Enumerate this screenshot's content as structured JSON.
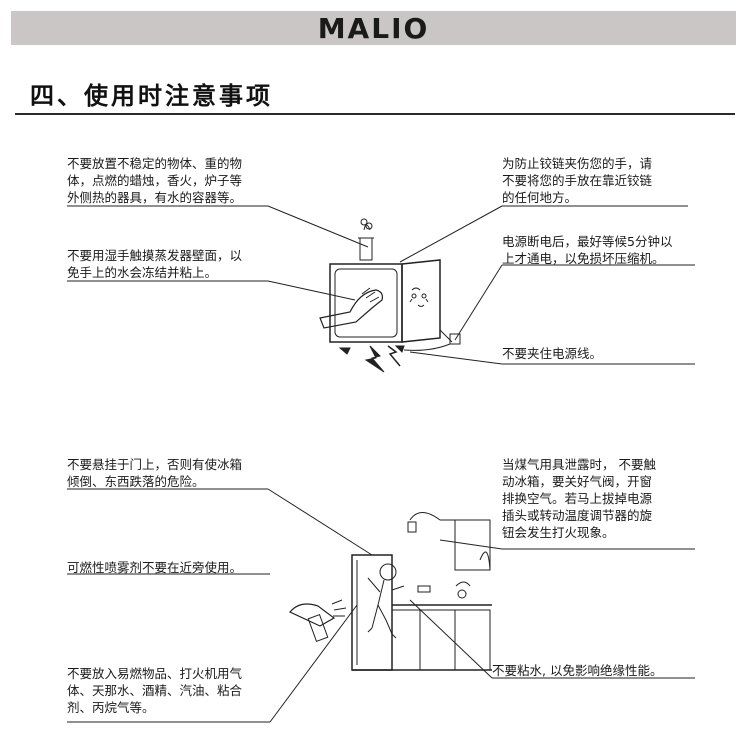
{
  "header": {
    "brand": "MALIO"
  },
  "section": {
    "title": "四、使用时注意事项"
  },
  "figure1": {
    "notes": [
      "不要放置不稳定的物体、重的物\n体，点燃的蜡烛，香火，炉子等\n外侧热的器具，有水的容器等。",
      "不要用湿手触摸蒸发器壁面，以\n免手上的水会冻结并粘上。",
      "为防止铰链夹伤您的手，请\n不要将您的手放在靠近铰链\n的任何地方。",
      "电源断电后，最好等候5分钟以\n上才通电，以免损坏压缩机。",
      "不要夹住电源线。"
    ]
  },
  "figure2": {
    "notes": [
      "不要悬挂于门上，否则有使冰箱\n倾倒、东西跌落的危险。",
      "可燃性喷雾剂不要在近旁使用。",
      "不要放入易燃物品、打火机用气\n体、天那水、酒精、汽油、粘合\n剂、丙烷气等。",
      "当煤气用具泄露时，  不要触\n动冰箱，要关好气阀，开窗\n排换空气。若马上拔掉电源\n插头或转动温度调节器的旋\n钮会发生打火现象。",
      "不要粘水, 以免影响绝缘性能。"
    ]
  }
}
